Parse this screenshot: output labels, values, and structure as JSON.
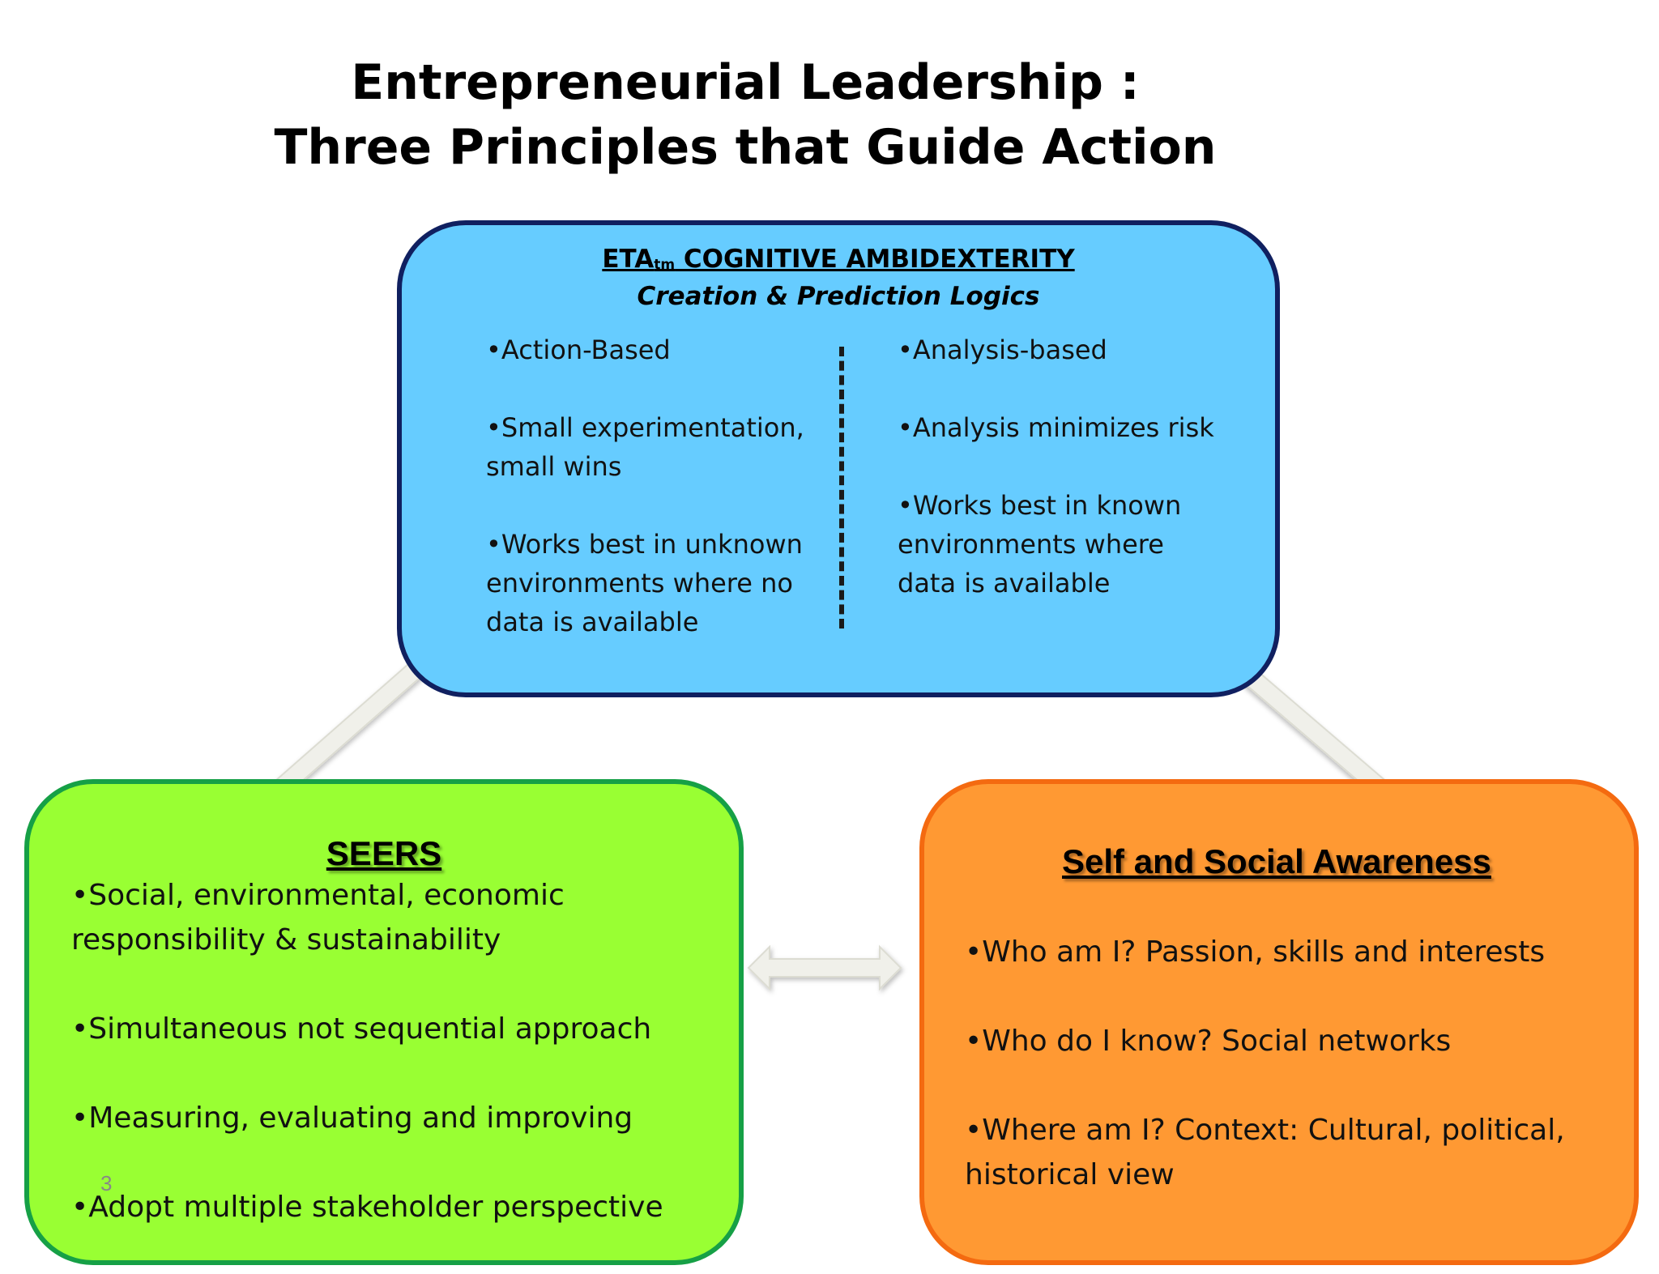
{
  "title": {
    "line1": "Entrepreneurial Leadership :",
    "line2": "Three Principles that Guide Action"
  },
  "top_box": {
    "heading_main": "ETA",
    "heading_sub": "tm",
    "heading_rest": " COGNITIVE AMBIDEXTERITY",
    "subheading": "Creation & Prediction Logics",
    "left_items": [
      "•Action-Based",
      "•Small experimentation, small wins",
      "•Works best in unknown environments where no data is available"
    ],
    "right_items": [
      "•Analysis-based",
      "•Analysis minimizes risk",
      "•Works best in known environments where data is available"
    ]
  },
  "left_box": {
    "heading": "SEERS",
    "items": [
      "•Social, environmental, economic responsibility & sustainability",
      "•Simultaneous not sequential approach",
      "•Measuring, evaluating and improving",
      "•Adopt multiple stakeholder perspective"
    ]
  },
  "right_box": {
    "heading": "Self and Social Awareness",
    "items": [
      "•Who am I?  Passion, skills and interests",
      "•Who do I know?  Social networks",
      "•Where am I? Context: Cultural, political, historical view"
    ]
  },
  "page_number": "3",
  "colors": {
    "top_fill": "#66ccff",
    "top_border": "#102060",
    "left_fill": "#99ff33",
    "left_border": "#16a046",
    "right_fill": "#ff9933",
    "right_border": "#f46a10",
    "arrow_fill": "#f0f0ea"
  }
}
